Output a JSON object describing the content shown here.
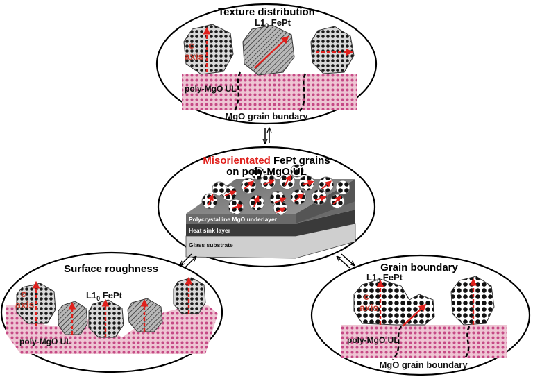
{
  "panels": {
    "texture": {
      "title": "Texture distribution",
      "fept_label_main": "L1",
      "fept_label_sub": "0",
      "fept_label_tail": " FePt",
      "c_label": "c",
      "axis_label": "axis",
      "mgo_label": "poly-MgO UL",
      "boundary_label": "MgO grain bundary"
    },
    "center": {
      "title_red": "Misorientated",
      "title_rest": " FePt grains",
      "title_line2": "on poly-MgO UL",
      "layer_mgo": "Polycrystalline MgO underlayer",
      "layer_heat": "Heat sink layer",
      "layer_glass": "Glass substrate"
    },
    "roughness": {
      "title": "Surface roughness",
      "fept_label_main": "L1",
      "fept_label_sub": "0",
      "fept_label_tail": " FePt",
      "c_label": "c",
      "axis_label": "axis",
      "mgo_label": "poly-MgO UL"
    },
    "boundary": {
      "title": "Grain boundary",
      "fept_label_main": "L1",
      "fept_label_sub": "0",
      "fept_label_tail": " FePt",
      "c_label": "c",
      "axis_label": "axis",
      "mgo_label": "poly-MgO UL",
      "boundary_label": "MgO grain boundary"
    }
  },
  "colors": {
    "mgo_pink": "#e8b6c6",
    "mgo_dot": "#c0307a",
    "arrow_red": "#e0201c",
    "axis_text": "#c6392c",
    "grain_gray": "#9a9a9a"
  }
}
